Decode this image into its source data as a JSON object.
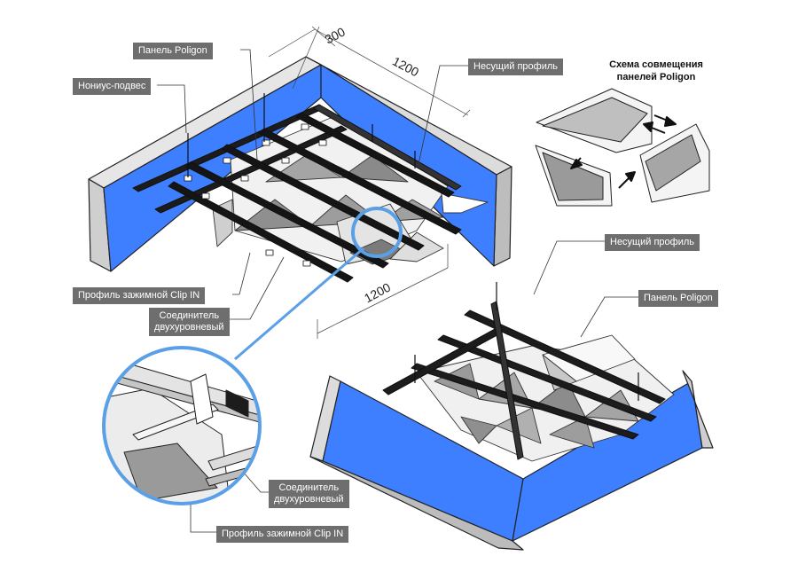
{
  "labels": {
    "panel_polygon_top": "Панель Poligon",
    "nonius_hanger": "Нониус-подвес",
    "carrier_profile_top": "Несущий профиль",
    "clip_profile_main": "Профиль зажимной Clip IN",
    "connector_main": "Соединитель\nдвухуровневый",
    "carrier_profile_bottom": "Несущий профиль",
    "panel_polygon_bottom": "Панель Poligon",
    "connector_detail": "Соединитель\nдвухуровневый",
    "clip_profile_detail": "Профиль зажимной Clip IN"
  },
  "dimensions": {
    "d300": "300",
    "d1200_top": "1200",
    "d1200_side": "1200"
  },
  "schema": {
    "title": "Схема совмещения\nпанелей Poligon"
  },
  "colors": {
    "wall_blue": "#3d7fff",
    "label_bg": "#6e6e6e",
    "detail_ring": "#5aa0e6"
  }
}
